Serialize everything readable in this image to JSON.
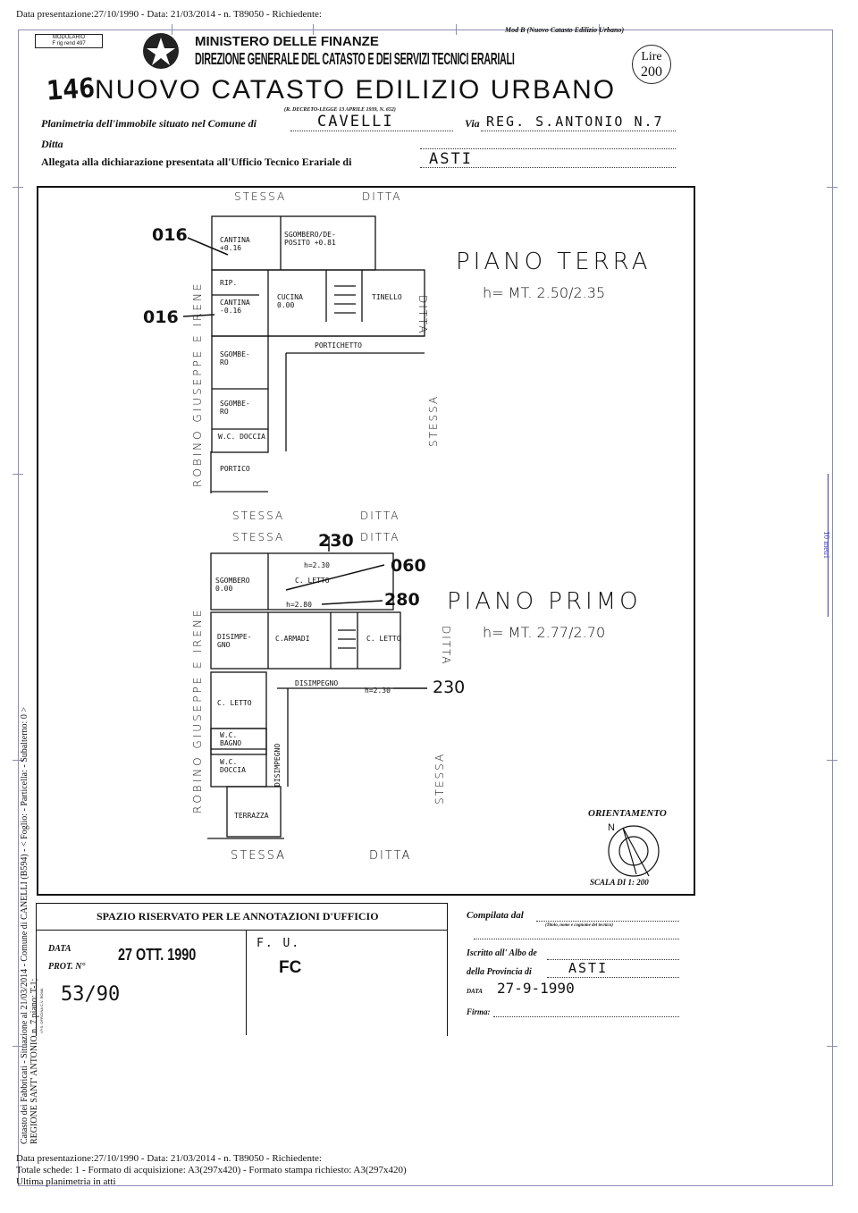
{
  "header_line": "Data presentazione:27/10/1990 - Data: 21/03/2014 - n. T89050 - Richiedente:",
  "form": {
    "modulario": "MODULARIO",
    "modulario_code": "F  rig rend  497",
    "mod": "Mod B (Nuovo Catasto Edilizio Urbano)",
    "ministry": "MINISTERO DELLE FINANZE",
    "direction": "DIREZIONE GENERALE DEL CATASTO E DEI SERVIZI TECNICI ERARIALI",
    "price_1": "Lire",
    "price_2": "200",
    "handwritten_number": "146",
    "title": "NUOVO CATASTO EDILIZIO URBANO",
    "decree": "(R. DECRETO-LEGGE 13 APRILE 1939, N. 652)",
    "comune_label": "Planimetria dell'immobile situato nel Comune di",
    "comune_value": "CAVELLI",
    "via_label": "Via",
    "via_value": "REG. S.ANTONIO N.7",
    "ditta_label": "Ditta",
    "ufficio_label": "Allegata alla dichiarazione presentata all'Ufficio Tecnico Erariale di",
    "ufficio_value": "ASTI"
  },
  "plan": {
    "ground": {
      "title": "PIANO TERRA",
      "height": "h= MT. 2.50/2.35",
      "neighbors": {
        "top_1": "STESSA",
        "top_2": "DITTA",
        "right_1": "DITTA",
        "right_2": "STESSA",
        "left": "ROBINO GIUSEPPE E IRENE"
      },
      "rooms": [
        "CANTINA +0.16",
        "SGOMBERO/DE-POSITO +0.81",
        "RIP.",
        "CANTINA -0.16",
        "CUCINA 0.00",
        "TINELLO",
        "PORTICHETTO",
        "SGOMBE-RO",
        "SGOMBE-RO",
        "W.C. DOCCIA",
        "PORTICO"
      ],
      "markers": [
        "016",
        "016"
      ]
    },
    "first": {
      "title": "PIANO PRIMO",
      "height": "h= MT. 2.77/2.70",
      "neighbors": {
        "top_1": "STESSA",
        "top_2": "DITTA",
        "top_3": "STESSA",
        "top_4": "DITTA",
        "right_1": "DITTA",
        "right_2": "STESSA",
        "bottom_1": "STESSA",
        "bottom_2": "DITTA",
        "left": "ROBINO GIUSEPPE E IRENE"
      },
      "rooms": [
        "SGOMBERO 0.00",
        "C. LETTO",
        "h=2.30",
        "h=2.80",
        "DISIMPE-GNO",
        "C.ARMADI",
        "C. LETTO",
        "DISIMPEGNO",
        "h=2.30",
        "C. LETTO",
        "DISIMPEGNO",
        "W.C. BAGNO",
        "W.C. DOCCIA",
        "TERRAZZA"
      ],
      "markers": [
        "230",
        "060",
        "280",
        "230"
      ]
    },
    "orientation_label": "ORIENTAMENTO",
    "north": "N",
    "scale": "SCALA DI 1: 200"
  },
  "annotations": {
    "title": "SPAZIO RISERVATO PER LE ANNOTAZIONI D'UFFICIO",
    "data_label": "DATA",
    "prot_label": "PROT. N°",
    "stamp_date": "27 OTT. 1990",
    "prot_value": "53/90",
    "note_1": "F.   U.",
    "note_2": "FC",
    "printer": "I.P.S. OFFICINA C.V. ROMA"
  },
  "compiler": {
    "compilata_label": "Compilata dal",
    "compilata_sub": "(Titolo, nome e cognome del tecnico)",
    "albo_label": "Iscritto all' Albo de",
    "provincia_label": "della Provincia di",
    "provincia_value": "ASTI",
    "data_label": "DATA",
    "data_value": "27-9-1990",
    "firma_label": "Firma:"
  },
  "side_text": {
    "scale_bar": "10 metri",
    "vertical": "Catasto dei Fabbricati - Situazione al 21/03/2014 - Comune di CANELLI (B594) - < Foglio:     - Particella:     - Subalterno: 0 >",
    "vertical_2": "REGIONE SANT' ANTONIO n. 7 piano: T-1;"
  },
  "footer": {
    "line_1": "Data presentazione:27/10/1990 - Data: 21/03/2014 - n. T89050 - Richiedente:",
    "line_2": "Totale schede: 1 - Formato di acquisizione: A3(297x420)  - Formato stampa richiesto: A3(297x420)",
    "line_3": "Ultima planimetria in atti"
  }
}
